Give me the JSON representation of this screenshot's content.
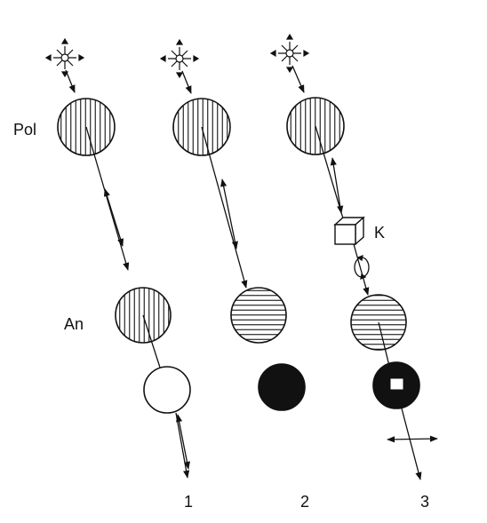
{
  "labels": {
    "polarizer": "Pol",
    "analyzer": "An",
    "crystal": "K",
    "case_1": "1",
    "case_2": "2",
    "case_3": "3"
  },
  "colors": {
    "ink": "#111111",
    "background": "#ffffff"
  }
}
